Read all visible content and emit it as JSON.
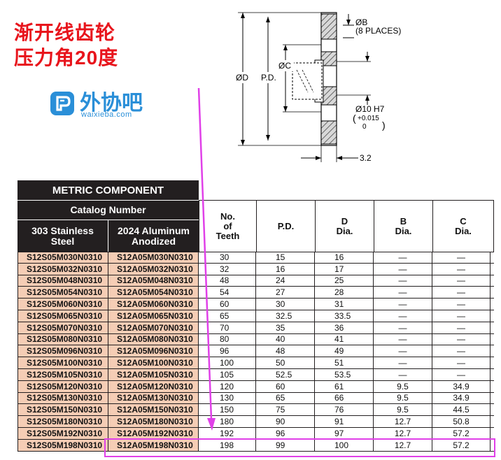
{
  "annotation": {
    "title_line1": "渐开线齿轮",
    "title_line2_text": "压力角",
    "title_line2_num": "20",
    "title_line2_tail": "度",
    "highlight_color": "#e040e8",
    "title_color": "#e8141c"
  },
  "watermark": {
    "brand": "外协吧",
    "site": "waixieba.com",
    "color": "#2a8fd8"
  },
  "diagram": {
    "label_b": "ØB",
    "label_b_sub": "(8 PLACES)",
    "label_c": "ØC",
    "label_d": "ØD",
    "label_pd": "P.D.",
    "label_bore": "Ø10 H7",
    "tol_upper": "+0.015",
    "tol_lower": "0",
    "label_thickness": "3.2"
  },
  "table": {
    "title": "METRIC COMPONENT",
    "catalog_header": "Catalog Number",
    "col_stainless": [
      "303 Stainless",
      "Steel"
    ],
    "col_aluminum": [
      "2024 Aluminum",
      "Anodized"
    ],
    "col_teeth": [
      "No.",
      "of",
      "Teeth"
    ],
    "col_pd": "P.D.",
    "col_d": [
      "D",
      "Dia."
    ],
    "col_b": [
      "B",
      "Dia."
    ],
    "col_c": [
      "C",
      "Dia."
    ],
    "rows": [
      [
        "S12S05M030N0310",
        "S12A05M030N0310",
        "30",
        "15",
        "16",
        "—",
        "—"
      ],
      [
        "S12S05M032N0310",
        "S12A05M032N0310",
        "32",
        "16",
        "17",
        "—",
        "—"
      ],
      [
        "S12S05M048N0310",
        "S12A05M048N0310",
        "48",
        "24",
        "25",
        "—",
        "—"
      ],
      [
        "S12S05M054N0310",
        "S12A05M054N0310",
        "54",
        "27",
        "28",
        "—",
        "—"
      ],
      [
        "S12S05M060N0310",
        "S12A05M060N0310",
        "60",
        "30",
        "31",
        "—",
        "—"
      ],
      [
        "S12S05M065N0310",
        "S12A05M065N0310",
        "65",
        "32.5",
        "33.5",
        "—",
        "—"
      ],
      [
        "S12S05M070N0310",
        "S12A05M070N0310",
        "70",
        "35",
        "36",
        "—",
        "—"
      ],
      [
        "S12S05M080N0310",
        "S12A05M080N0310",
        "80",
        "40",
        "41",
        "—",
        "—"
      ],
      [
        "S12S05M096N0310",
        "S12A05M096N0310",
        "96",
        "48",
        "49",
        "—",
        "—"
      ],
      [
        "S12S05M100N0310",
        "S12A05M100N0310",
        "100",
        "50",
        "51",
        "—",
        "—"
      ],
      [
        "S12S05M105N0310",
        "S12A05M105N0310",
        "105",
        "52.5",
        "53.5",
        "—",
        "—"
      ],
      [
        "S12S05M120N0310",
        "S12A05M120N0310",
        "120",
        "60",
        "61",
        "9.5",
        "34.9"
      ],
      [
        "S12S05M130N0310",
        "S12A05M130N0310",
        "130",
        "65",
        "66",
        "9.5",
        "34.9"
      ],
      [
        "S12S05M150N0310",
        "S12A05M150N0310",
        "150",
        "75",
        "76",
        "9.5",
        "44.5"
      ],
      [
        "S12S05M180N0310",
        "S12A05M180N0310",
        "180",
        "90",
        "91",
        "12.7",
        "50.8"
      ],
      [
        "S12S05M192N0310",
        "S12A05M192N0310",
        "192",
        "96",
        "97",
        "12.7",
        "57.2"
      ],
      [
        "S12S05M198N0310",
        "S12A05M198N0310",
        "198",
        "99",
        "100",
        "12.7",
        "57.2"
      ]
    ]
  }
}
